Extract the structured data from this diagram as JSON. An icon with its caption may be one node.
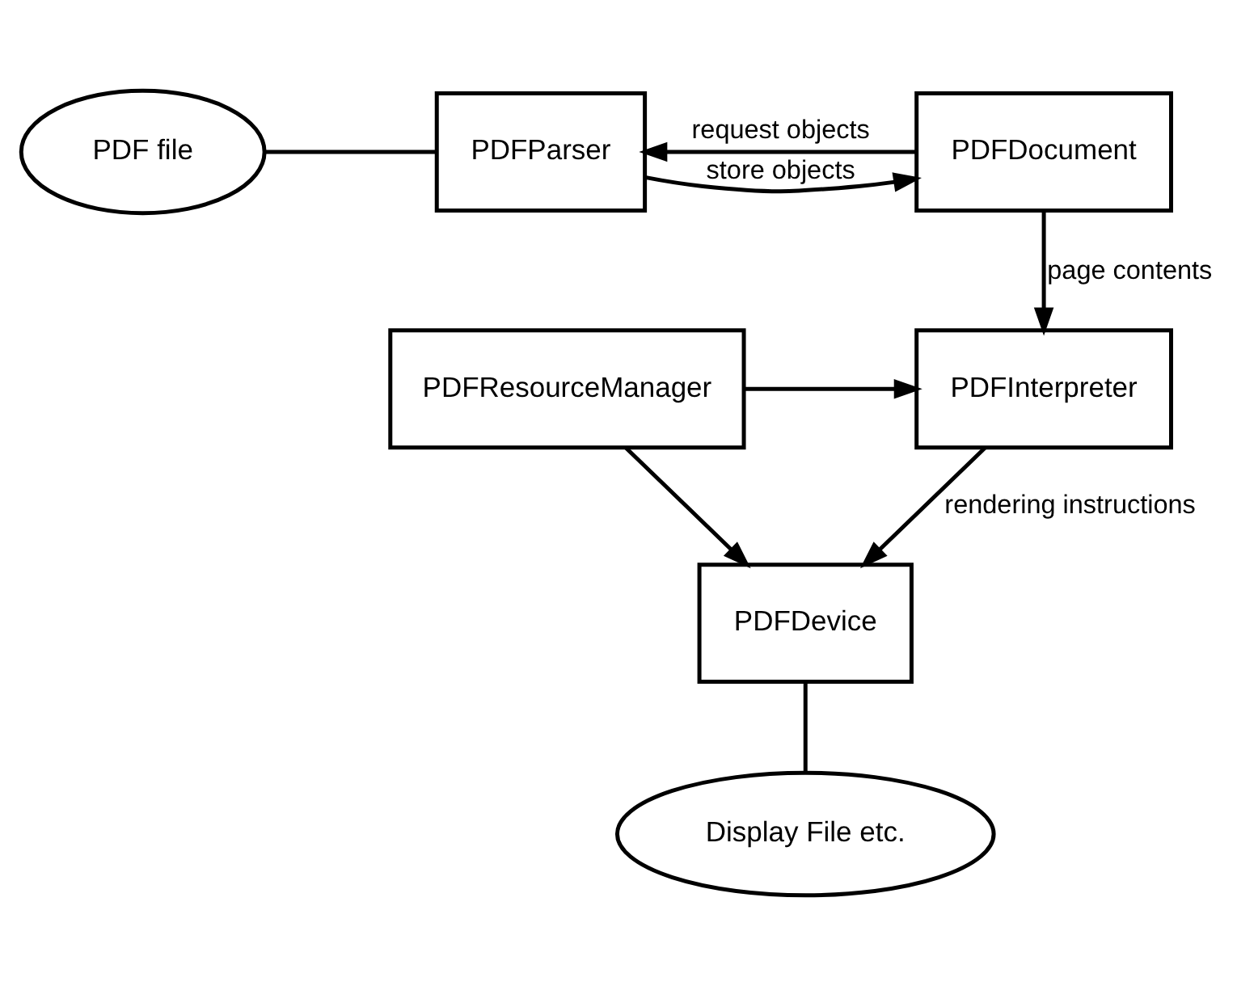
{
  "diagram": {
    "nodes": [
      {
        "text": [
          "PDF file"
        ]
      },
      {
        "text": [
          "PDFParser"
        ]
      },
      {
        "text": [
          "PDFDocument"
        ]
      },
      {
        "text": [
          "PDFInterpreter"
        ]
      },
      {
        "text": [
          "PDFResourceManager"
        ]
      },
      {
        "text": [
          "PDFDevice"
        ]
      },
      {
        "text": [
          "Display File etc."
        ]
      }
    ],
    "edges": [
      {
        "from": 0,
        "to": 1,
        "arrow": "none"
      },
      {
        "from": 2,
        "to": 1,
        "arrow": "to",
        "label": "request objects"
      },
      {
        "from": 1,
        "to": 2,
        "arrow": "to",
        "label": "store objects"
      },
      {
        "from": 2,
        "to": 3,
        "arrow": "to",
        "label": "page contents"
      },
      {
        "from": 4,
        "to": 3,
        "arrow": "to"
      },
      {
        "from": 3,
        "to": 5,
        "arrow": "to",
        "label": "rendering instructions"
      },
      {
        "from": 4,
        "to": 5,
        "arrow": "to"
      },
      {
        "from": 5,
        "to": 6,
        "arrow": "none"
      }
    ]
  }
}
